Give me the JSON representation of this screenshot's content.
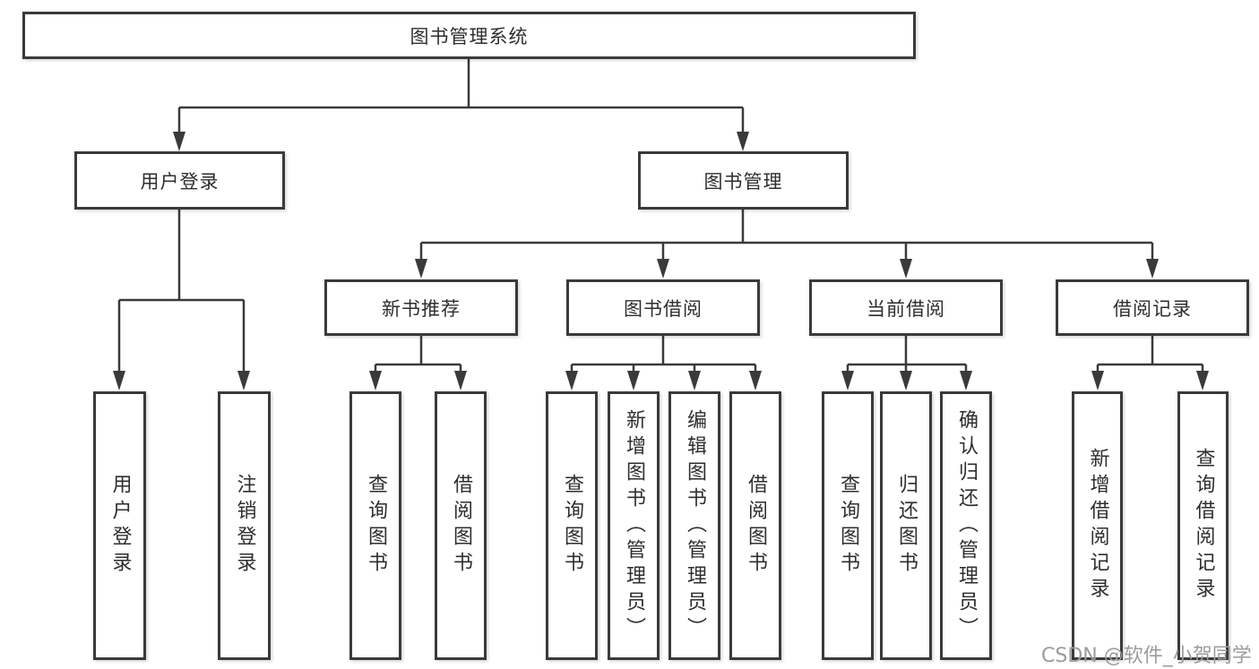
{
  "tree": {
    "label": "图书管理系统",
    "children": [
      {
        "label": "用户登录",
        "children": [
          {
            "label": "用户登录"
          },
          {
            "label": "注销登录"
          }
        ]
      },
      {
        "label": "图书管理",
        "children": [
          {
            "label": "新书推荐",
            "children": [
              {
                "label": "查询图书"
              },
              {
                "label": "借阅图书"
              }
            ]
          },
          {
            "label": "图书借阅",
            "children": [
              {
                "label": "查询图书"
              },
              {
                "label": "新增图书（管理员）"
              },
              {
                "label": "编辑图书（管理员）"
              },
              {
                "label": "借阅图书"
              }
            ]
          },
          {
            "label": "当前借阅",
            "children": [
              {
                "label": "查询图书"
              },
              {
                "label": "归还图书"
              },
              {
                "label": "确认归还（管理员）"
              }
            ]
          },
          {
            "label": "借阅记录",
            "children": [
              {
                "label": "新增借阅记录"
              },
              {
                "label": "查询借阅记录"
              }
            ]
          }
        ]
      }
    ]
  },
  "watermark": "CSDN @软件_小贺同学",
  "colors": {
    "line": "#3a3a3a",
    "text": "#2e2e2e",
    "watermark": "#9c9c9c"
  }
}
